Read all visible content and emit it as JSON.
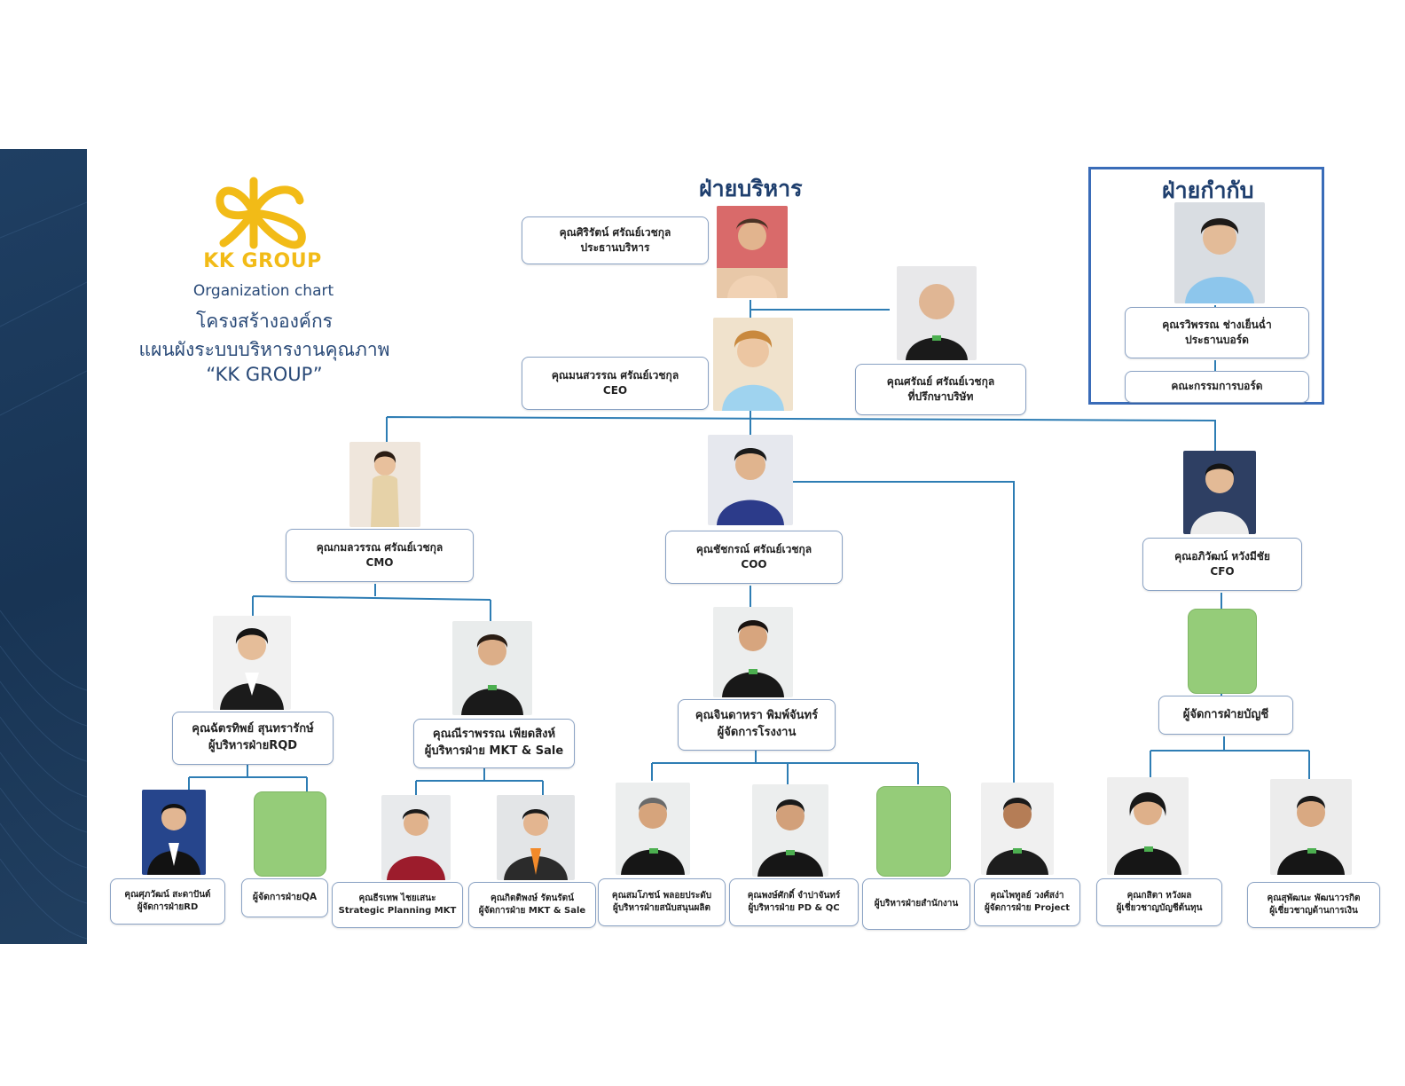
{
  "logo": {
    "brand": "KK GROUP",
    "color": "#f2bb17"
  },
  "intro": {
    "subtitle_en": "Organization chart",
    "line1": "โครงสร้างองค์กร",
    "line2": "แผนผังระบบบริหารงานคุณภาพ",
    "line3": "“KK GROUP”"
  },
  "sections": {
    "executive": "ฝ่ายบริหาร",
    "regulatory": "ฝ่ายกำกับ"
  },
  "colors": {
    "line": "#2e7db4",
    "title": "#1f3f6e",
    "sidebar": "#1f3f63",
    "placeholder": "#95cc79"
  },
  "people": {
    "chairman": {
      "name": "คุณศิริรัตน์ ศรัณย์เวชกุล",
      "role": "ประธานบริหาร"
    },
    "ceo": {
      "name": "คุณมนสวรรณ ศรัณย์เวชกุล",
      "role": "CEO"
    },
    "advisor": {
      "name": "คุณศรัณย์  ศรัณย์เวชกุล",
      "role": "ที่ปรึกษาบริษัท"
    },
    "board_chair": {
      "name": "คุณรวิพรรณ ช่างเย็นฉ่ำ",
      "role": "ประธานบอร์ด"
    },
    "board": {
      "label": "คณะกรรมการบอร์ด"
    },
    "cmo": {
      "name": "คุณกมลวรรณ  ศรัณย์เวชกุล",
      "role": "CMO"
    },
    "coo": {
      "name": "คุณชัชกรณ์  ศรัณย์เวชกุล",
      "role": "COO"
    },
    "cfo": {
      "name": "คุณอภิวัฒน์ หวังมีชัย",
      "role": "CFO"
    },
    "rqd": {
      "name": "คุณฉัตรทิพย์ สุนทรารักษ์",
      "role": "ผู้บริหารฝ่ายRQD"
    },
    "mkt_exec": {
      "name": "คุณณีราพรรณ  เพียดสิงห์",
      "role": "ผู้บริหารฝ่าย MKT & Sale"
    },
    "factory": {
      "name": "คุณจินดาหรา  พิมพ์จันทร์",
      "role": "ผู้จัดการโรงงาน"
    },
    "accounting": {
      "role": "ผู้จัดการฝ่ายบัญชี"
    },
    "rd": {
      "name": "คุณศุภวัฒน์ สะดาปันต์",
      "role": "ผู้จัดการฝ่ายRD"
    },
    "qa": {
      "role": "ผู้จัดการฝ่ายQA"
    },
    "strategic": {
      "name": "คุณธีรเทพ ไชยเสนะ",
      "role": "Strategic Planning MKT"
    },
    "mkt_mgr": {
      "name": "คุณกิตติพงษ์ รัตนรัตน์",
      "role": "ผู้จัดการฝ่าย MKT & Sale"
    },
    "support": {
      "name": "คุณสมโภชน์ พลอยประดับ",
      "role": "ผู้บริหารฝ่ายสนับสนุนผลิต"
    },
    "pdqc": {
      "name": "คุณพงษ์ศักดิ์  จำปาจันทร์",
      "role": "ผู้บริหารฝ่าย PD & QC"
    },
    "office": {
      "role": "ผู้บริหารฝ่ายสำนักงาน"
    },
    "project": {
      "name": "คุณไพทูลย์  วงศ์สง่า",
      "role": "ผู้จัดการฝ่าย Project"
    },
    "capital": {
      "name": "คุณกสิตา  หวังผล",
      "role": "ผู้เชี่ยวชาญบัญชีต้นทุน"
    },
    "finance": {
      "name": "คุณสุพัฒนะ พัฒนาวรกิต",
      "role": "ผู้เชี่ยวชาญด้านการเงิน"
    }
  }
}
